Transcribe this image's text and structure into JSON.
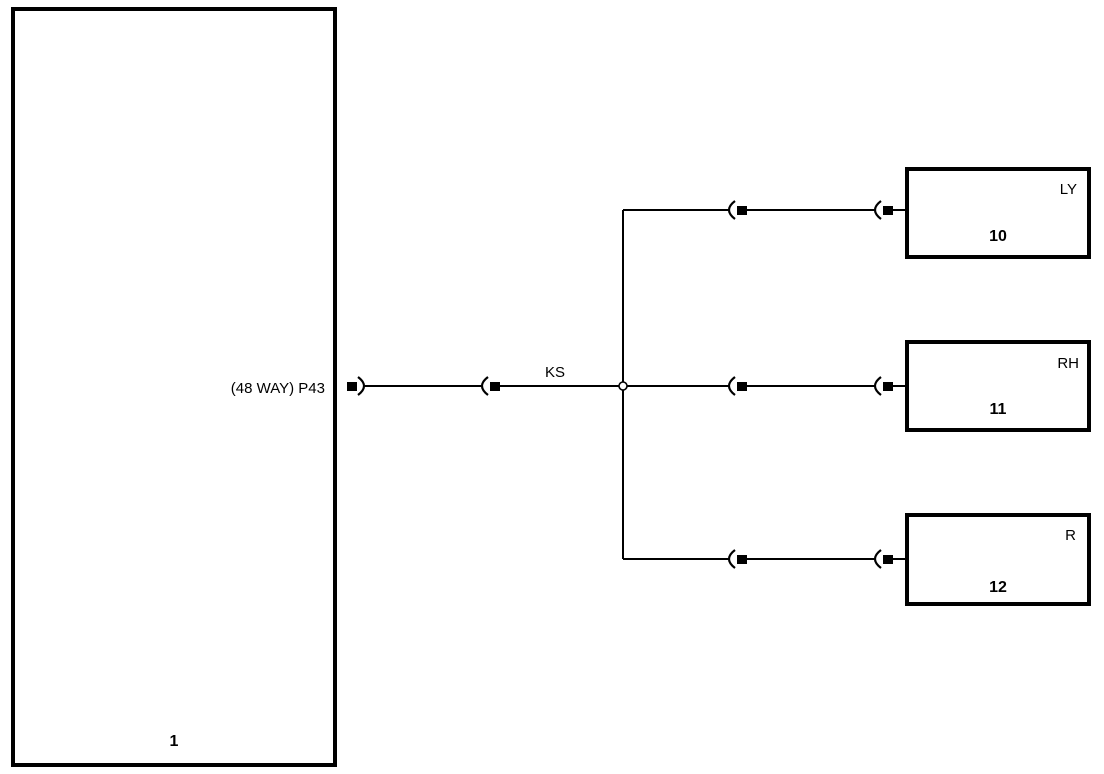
{
  "main_unit": {
    "number": "1",
    "connector_label": "(48 WAY) P43"
  },
  "wire_label": "KS",
  "components": [
    {
      "number": "10",
      "code": "LY"
    },
    {
      "number": "11",
      "code": "RH"
    },
    {
      "number": "12",
      "code": "R"
    }
  ],
  "colors": {
    "line": "#000000",
    "background": "#ffffff"
  }
}
